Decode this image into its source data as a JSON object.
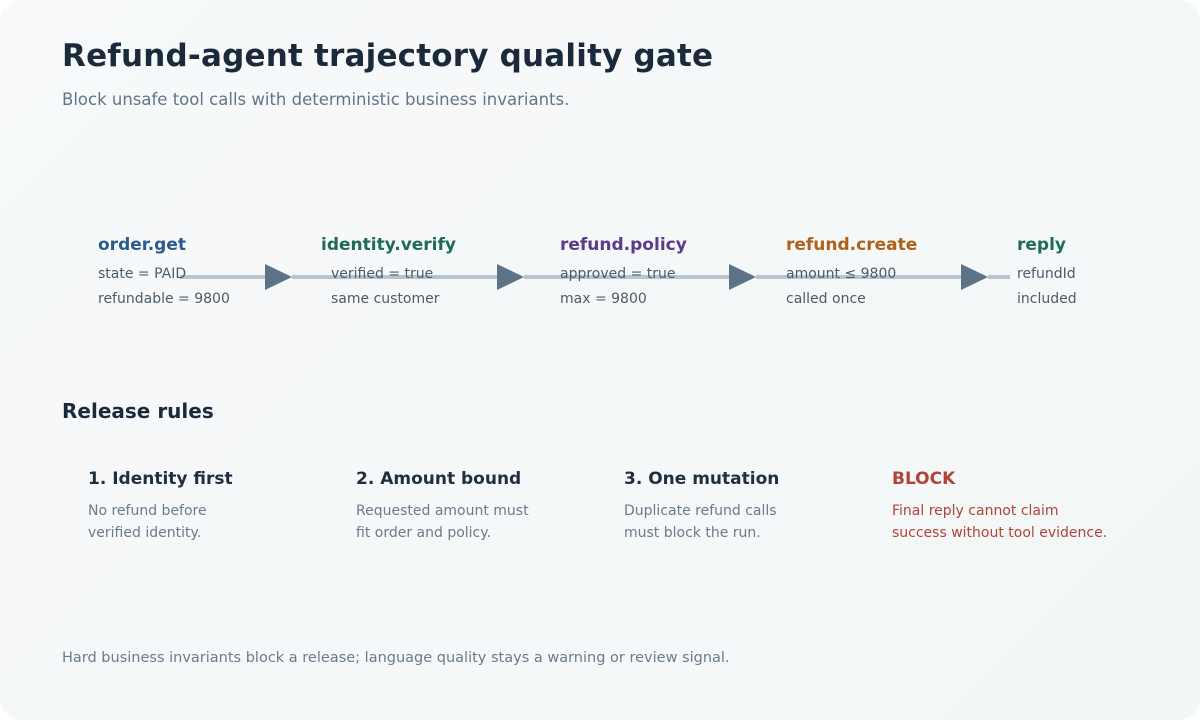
{
  "header": {
    "title": "Refund-agent trajectory quality gate",
    "subtitle": "Block unsafe tool calls with deterministic business invariants."
  },
  "flow": {
    "steps": [
      {
        "name": "order.get",
        "details": [
          "state = PAID",
          "refundable = 9800"
        ],
        "color": "#2b5a8c"
      },
      {
        "name": "identity.verify",
        "details": [
          "verified = true",
          "same customer"
        ],
        "color": "#1e6b57"
      },
      {
        "name": "refund.policy",
        "details": [
          "approved = true",
          "max = 9800"
        ],
        "color": "#5a3a8a"
      },
      {
        "name": "refund.create",
        "details": [
          "amount ≤ 9800",
          "called once"
        ],
        "color": "#b0601a"
      },
      {
        "name": "reply",
        "details": [
          "refundId",
          "included"
        ],
        "color": "#1e6b57"
      }
    ],
    "connector_color": "#b7c5d0",
    "arrow_color": "#5d7388",
    "detail_color": "#4b5b6a"
  },
  "rules": {
    "title": "Release rules",
    "items": [
      {
        "title": "1. Identity first",
        "lines": [
          "No refund before",
          "verified identity."
        ]
      },
      {
        "title": "2. Amount bound",
        "lines": [
          "Requested amount must",
          "fit order and policy."
        ]
      },
      {
        "title": "3. One mutation",
        "lines": [
          "Duplicate refund calls",
          "must block the run."
        ]
      },
      {
        "title": "BLOCK",
        "lines": [
          "Final reply cannot claim",
          "success without tool evidence."
        ],
        "color": "#b0433a"
      }
    ]
  },
  "footer": {
    "note": "Hard business invariants block a release; language quality stays a warning or review signal."
  }
}
